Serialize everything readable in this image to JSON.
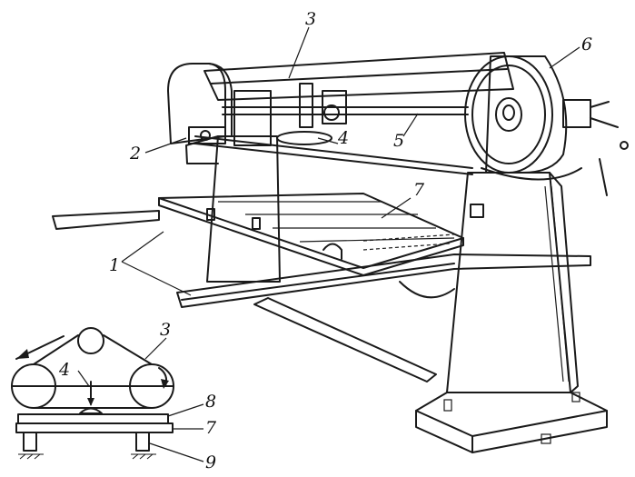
{
  "labels": {
    "frame": "1",
    "pulley_left": "2",
    "belt": "3",
    "pressure_pad": "4",
    "guide_rod": "5",
    "pulley_right": "6",
    "table": "7",
    "workpiece": "8",
    "table_support": "9"
  },
  "colors": {
    "ink": "#1a1a1a",
    "paper": "#ffffff"
  }
}
